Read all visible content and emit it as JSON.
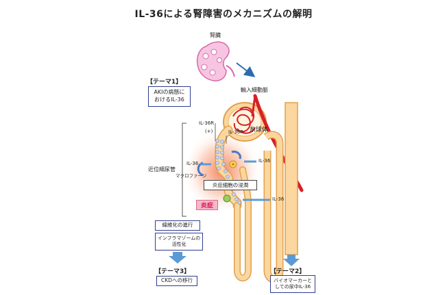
{
  "title": "IL-36による腎障害のメカニズムの解明",
  "kidney_label": "腎臓",
  "afferent_arteriole": "輸入細動脈",
  "glomerulus": "糸球体",
  "proximal_tubule": "近位細尿管",
  "il36r": "IL-36R",
  "plus": "(+)",
  "il36r_inner": "IL-36R",
  "il36_left": "IL-36",
  "il36_right": "IL-36",
  "il36_lower": "IL-36",
  "macrophage": "マクロファージ",
  "inflammatory_cells": "炎症細胞の浸潤",
  "inflammation": "炎症",
  "theme1": {
    "heading": "【テーマ1】",
    "line1": "AKIの病態に",
    "line2": "おけるIL-36"
  },
  "fibrosis": "線維化の進行",
  "inflammasome": {
    "line1": "インフラマゾームの",
    "line2": "活性化"
  },
  "theme3": {
    "heading": "【テーマ3】",
    "text": "CKDへの移行"
  },
  "theme2": {
    "heading": "【テーマ2】",
    "line1": "バイオマーカーと",
    "line2": "しての尿中IL-36"
  },
  "colors": {
    "tubule": "#f7c27a",
    "tubule_edge": "#e2a04d",
    "vessel": "#d81f26",
    "kidney": "#f2a7d2",
    "arrow": "#5b9bd5",
    "box_border": "#2e3c8f",
    "inflam_glow": "#f26a3a"
  }
}
